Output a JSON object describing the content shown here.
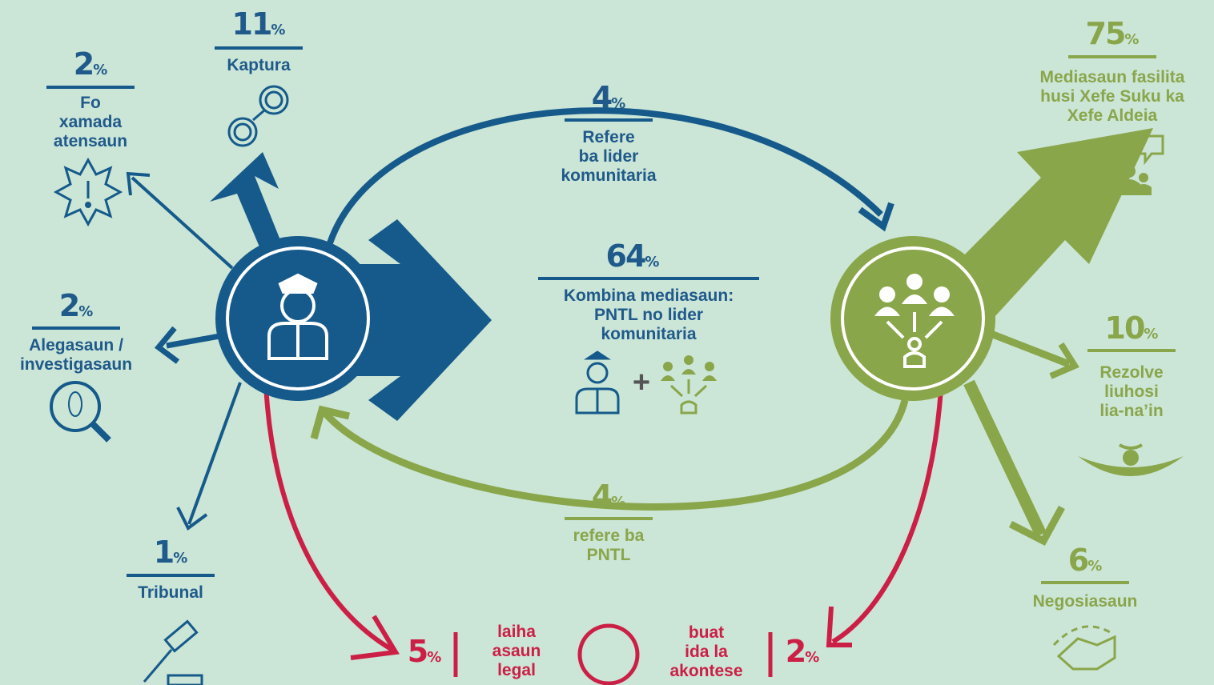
{
  "colors": {
    "police_blue": "#155a8a",
    "community_green": "#8aa64a",
    "alert_red": "#cc1f45",
    "background": "#cbe5d7"
  },
  "nodes": {
    "police": {
      "icon": "police-officer-icon"
    },
    "community": {
      "icon": "community-leaders-icon"
    }
  },
  "outcomes": {
    "fo_xamada": {
      "value": "2",
      "unit": "%",
      "label": "Fo\nxamada\natensaun",
      "icon": "alert-burst-icon"
    },
    "kaptura": {
      "value": "11",
      "unit": "%",
      "label": "Kaptura",
      "icon": "handcuffs-icon"
    },
    "alegasaun": {
      "value": "2",
      "unit": "%",
      "label": "Alegasaun /\ninvestigasaun",
      "icon": "magnifier-footprint-icon"
    },
    "tribunal": {
      "value": "1",
      "unit": "%",
      "label": "Tribunal",
      "icon": "gavel-icon"
    },
    "refere_lider": {
      "value": "4",
      "unit": "%",
      "label": "Refere\nba lider\nkomunitaria"
    },
    "kombina": {
      "value": "64",
      "unit": "%",
      "label": "Kombina mediasaun:\nPNTL no lider\nkomunitaria",
      "plus": "+"
    },
    "refere_pntl": {
      "value": "4",
      "unit": "%",
      "label": "refere ba\nPNTL"
    },
    "mediasaun_fasilita": {
      "value": "75",
      "unit": "%",
      "label": "Mediasaun fasilita\nhusi Xefe Suku ka\nXefe Aldeia",
      "icon": "speech-group-icon"
    },
    "rezolve": {
      "value": "10",
      "unit": "%",
      "label": "Rezolve\nliuhosi\nlia-na’in",
      "icon": "traditional-boat-icon"
    },
    "negosiasaun": {
      "value": "6",
      "unit": "%",
      "label": "Negosiasaun",
      "icon": "handshake-icon"
    },
    "laiha_asaun": {
      "value": "5",
      "unit": "%",
      "label": "laiha\nasaun\nlegal"
    },
    "buat_ida": {
      "value": "2",
      "unit": "%",
      "label": "buat\nida la\nakontese"
    }
  }
}
